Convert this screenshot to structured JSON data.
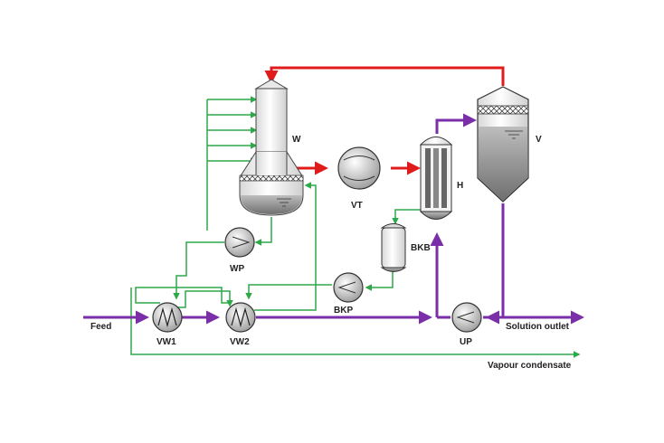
{
  "labels": {
    "column": "W",
    "compressor": "VT",
    "heater": "H",
    "separator": "V",
    "condensate_tank": "BKB",
    "column_pump": "WP",
    "condensate_pump": "BKP",
    "preheater_1": "VW1",
    "preheater_2": "VW2",
    "circulation_pump": "UP"
  },
  "streams": {
    "feed": "Feed",
    "solution_outlet": "Solution outlet",
    "vapour_condensate": "Vapour condensate"
  },
  "colors": {
    "vapour_line": "#e01b1b",
    "liquid_line": "#7a2ea8",
    "condensate_line": "#2fa84a",
    "equipment_dark": "#555555",
    "equipment_light": "#f0f0f0"
  }
}
